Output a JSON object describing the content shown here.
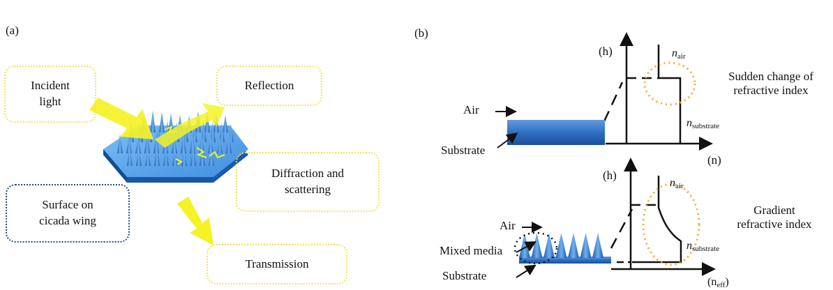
{
  "panel_a": {
    "label": "(a)",
    "incident_light": "Incident\nlight",
    "reflection": "Reflection",
    "diffraction": "Diffraction and\nscattering",
    "surface": "Surface on\ncicada wing",
    "transmission": "Transmission"
  },
  "panel_b": {
    "label": "(b)",
    "top": {
      "h_axis": "(h)",
      "n_axis": "(n)",
      "air": "Air",
      "substrate": "Substrate",
      "n_air_base": "n",
      "n_air_sub": "air",
      "n_sub_base": "n",
      "n_sub_sub": "substrate",
      "caption": "Sudden change of\nrefractive index"
    },
    "bottom": {
      "h_axis": "(h)",
      "n_axis_base": "(n",
      "n_axis_sub": "eff",
      "n_axis_close": ")",
      "air": "Air",
      "mixed": "Mixed media",
      "substrate": "Substrate",
      "n_air_base": "n",
      "n_air_sub": "air",
      "n_sub_base": "n",
      "n_sub_sub": "substrate",
      "caption": "Gradient\nrefractive index"
    }
  },
  "colors": {
    "yellow_dotted": "#f2e25a",
    "blue_dotted": "#1f4e79",
    "orange_circle": "#f2a93b",
    "substrate_blue": "#2f6fc2",
    "arrow_yellow": "#f5f225"
  }
}
